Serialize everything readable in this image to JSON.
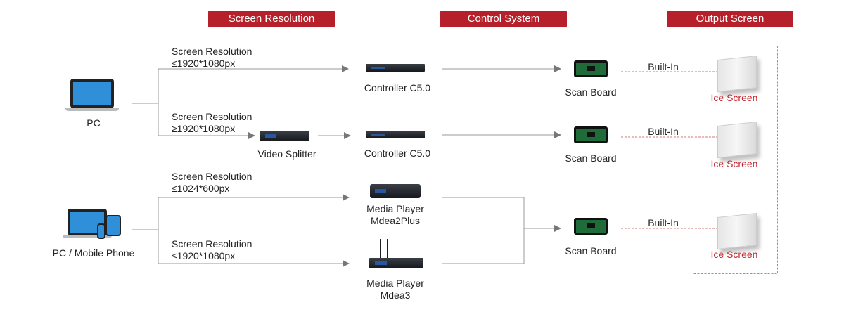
{
  "headers": [
    "Screen Resolution",
    "Control System",
    "Output Screen"
  ],
  "colors": {
    "accent": "#b5202a",
    "line": "#999999",
    "dashed": "#d07a7a"
  },
  "sources": {
    "pc": "PC",
    "pc_mobile": "PC / Mobile Phone"
  },
  "routes": [
    {
      "title": "Screen Resolution",
      "value": "≤1920*1080px"
    },
    {
      "title": "Screen Resolution",
      "value": "≥1920*1080px"
    },
    {
      "title": "Screen Resolution",
      "value": "≤1024*600px"
    },
    {
      "title": "Screen Resolution",
      "value": "≤1920*1080px"
    }
  ],
  "devices": {
    "video_splitter": "Video Splitter",
    "controller1": "Controller C5.0",
    "controller2": "Controller C5.0",
    "media1": [
      "Media Player",
      "Mdea2Plus"
    ],
    "media2": [
      "Media Player",
      "Mdea3"
    ],
    "scan_board": "Scan Board"
  },
  "built_in": "Built-In",
  "ice_screen": "Ice Screen"
}
